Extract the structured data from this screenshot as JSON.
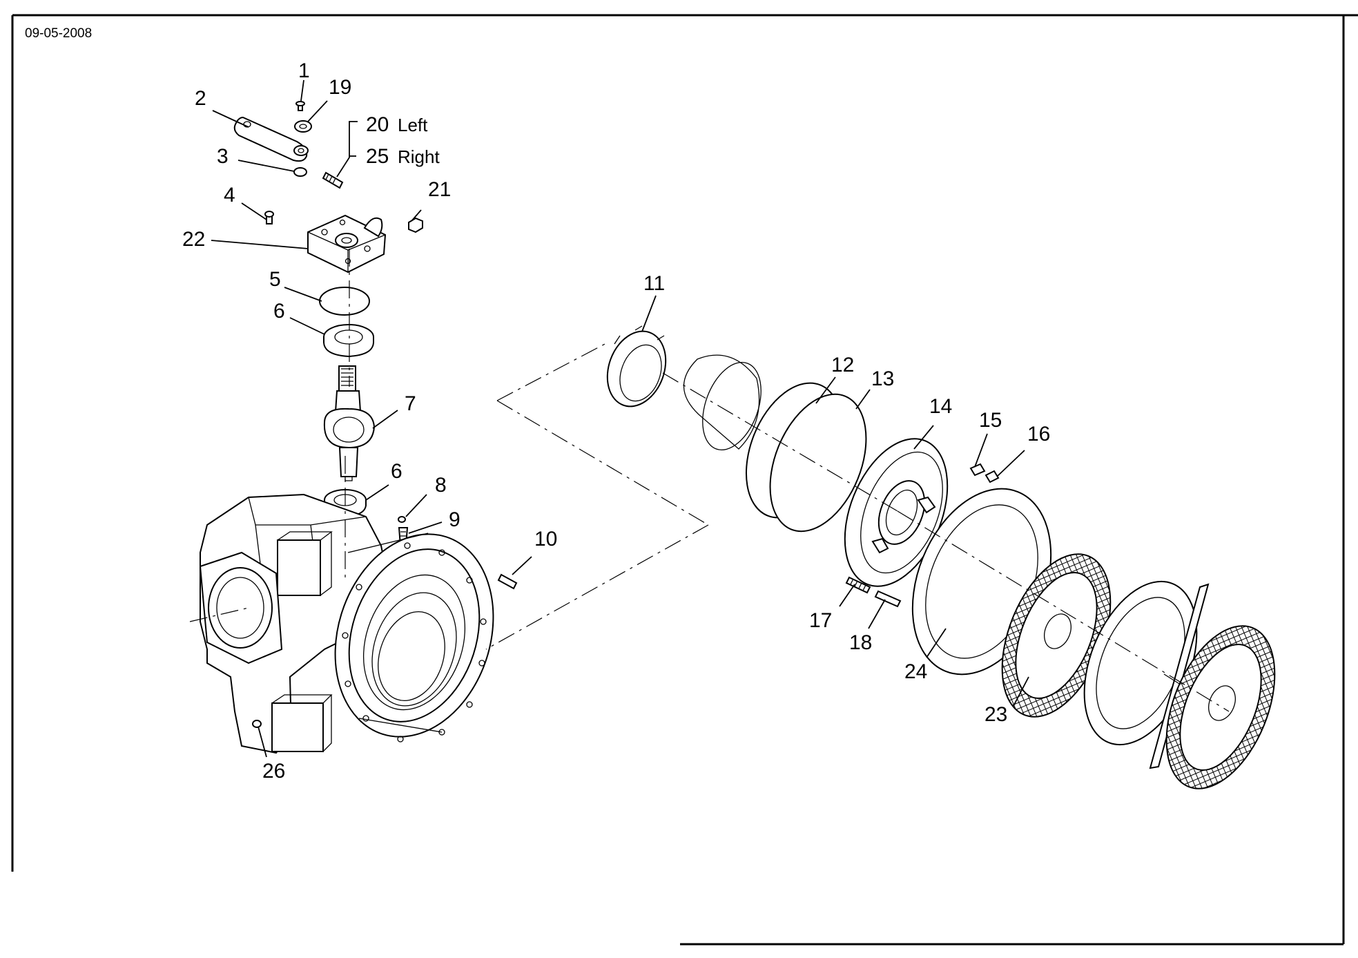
{
  "header": {
    "date": "09-05-2008"
  },
  "callouts": {
    "c1": "1",
    "c2": "2",
    "c3": "3",
    "c4": "4",
    "c5": "5",
    "c6a": "6",
    "c6b": "6",
    "c7": "7",
    "c8": "8",
    "c9": "9",
    "c10": "10",
    "c11": "11",
    "c12": "12",
    "c13": "13",
    "c14": "14",
    "c15": "15",
    "c16": "16",
    "c17": "17",
    "c18": "18",
    "c19": "19",
    "c20": "20",
    "c20_side": "Left",
    "c21": "21",
    "c22": "22",
    "c23": "23",
    "c24": "24",
    "c25": "25",
    "c25_side": "Right",
    "c26": "26"
  }
}
